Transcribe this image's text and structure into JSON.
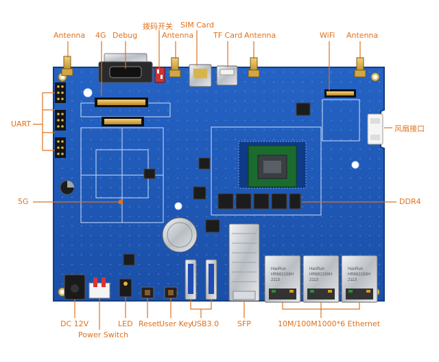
{
  "labels": {
    "antenna_1": "Antenna",
    "g4": "4G",
    "debug": "Debug",
    "dip_switch": "拨码开关",
    "antenna_2": "Antenna",
    "sim_card": "SIM Card",
    "tf_card": "TF Card",
    "antenna_3": "Antenna",
    "wifi": "WiFi",
    "antenna_4": "Antenna",
    "uart": "UART",
    "fan": "风扇接口",
    "g5": "5G",
    "ddr4": "DDR4",
    "dc12v": "DC 12V",
    "power_switch": "Power Switch",
    "led": "LED",
    "reset": "Reset",
    "user_key": "User Key",
    "usb3": "USB3.0",
    "sfp": "SFP",
    "ethernet": "10M/100M1000*6 Ethernet"
  },
  "board_markings": {
    "rj45_brand": "HanRun",
    "rj45_model": "HR682158H",
    "rj45_code": "2113"
  },
  "colors": {
    "accent": "#e0701a",
    "pcb": "#1f58b4",
    "pcb_dark": "#163f88",
    "silkscreen": "#cfe0ff"
  }
}
